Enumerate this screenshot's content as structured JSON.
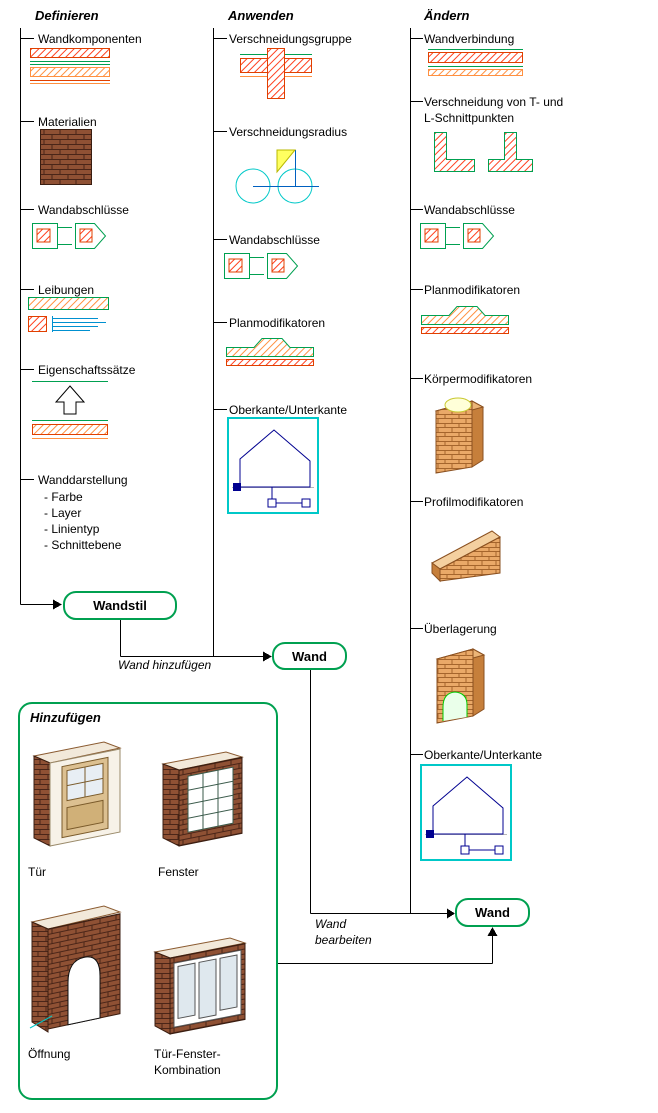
{
  "columns": [
    {
      "title": "Definieren",
      "items": [
        {
          "label": "Wandkomponenten",
          "icon": "wall-components-icon"
        },
        {
          "label": "Materialien",
          "icon": "materials-brick-icon"
        },
        {
          "label": "Wandabschlüsse",
          "icon": "wall-endcaps-icon"
        },
        {
          "label": "Leibungen",
          "icon": "wall-jamb-icon"
        },
        {
          "label": "Eigenschaftssätze",
          "icon": "property-sets-icon"
        },
        {
          "label": "Wanddarstellung",
          "icon": "none",
          "sublabels": [
            "- Farbe",
            "- Layer",
            "- Linientyp",
            "- Schnittebene"
          ]
        }
      ],
      "button": {
        "label": "Wandstil"
      }
    },
    {
      "title": "Anwenden",
      "flow_label": "Wand hinzufügen",
      "items": [
        {
          "label": "Verschneidungsgruppe",
          "icon": "cleanup-group-icon"
        },
        {
          "label": "Verschneidungsradius",
          "icon": "cleanup-radius-icon"
        },
        {
          "label": "Wandabschlüsse",
          "icon": "wall-endcaps-icon"
        },
        {
          "label": "Planmodifikatoren",
          "icon": "plan-modifiers-icon"
        },
        {
          "label": "Oberkante/Unterkante",
          "icon": "roofline-floorline-icon"
        }
      ],
      "button": {
        "label": "Wand"
      }
    },
    {
      "title": "Ändern",
      "flow_label": "Wand\nbearbeiten",
      "items": [
        {
          "label": "Wandverbindung",
          "icon": "wall-merge-icon"
        },
        {
          "label": "Verschneidung von T- und\nL-Schnittpunkten",
          "icon": "t-l-cleanup-icon"
        },
        {
          "label": "Wandabschlüsse",
          "icon": "wall-endcaps-icon"
        },
        {
          "label": "Planmodifikatoren",
          "icon": "plan-modifiers-icon"
        },
        {
          "label": "Körpermodifikatoren",
          "icon": "body-modifiers-icon"
        },
        {
          "label": "Profilmodifikatoren",
          "icon": "profile-modifiers-icon"
        },
        {
          "label": "Überlagerung",
          "icon": "interference-icon"
        },
        {
          "label": "Oberkante/Unterkante",
          "icon": "roofline-floorline-icon"
        }
      ],
      "button": {
        "label": "Wand"
      }
    }
  ],
  "add_section": {
    "title": "Hinzufügen",
    "items": [
      {
        "label": "Tür",
        "icon": "door-icon"
      },
      {
        "label": "Fenster",
        "icon": "window-icon"
      },
      {
        "label": "Öffnung",
        "icon": "opening-icon"
      },
      {
        "label": "Tür-Fenster-\nKombination",
        "icon": "door-window-combination-icon"
      }
    ]
  },
  "colors": {
    "accent_green": "#00a050",
    "hatch_red": "#ff4020",
    "hatch_orange": "#ff9040",
    "brick_brown": "#8f5134",
    "brick_orange": "#eaa968",
    "cyan": "#00c8c8",
    "navy": "#000090",
    "yellow": "#ffff60",
    "line_black": "#000000"
  }
}
